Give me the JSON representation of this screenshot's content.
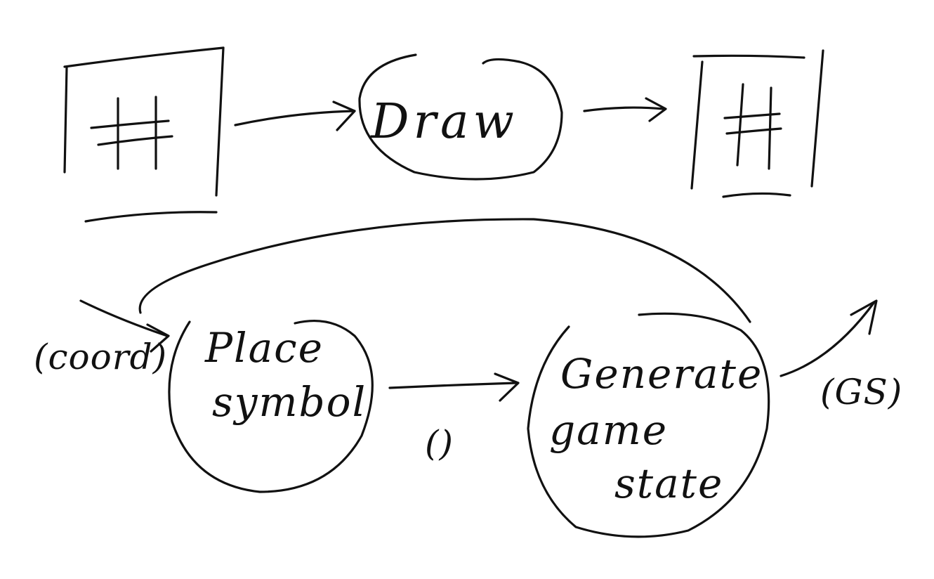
{
  "nodes": {
    "draw": {
      "label": "Draw"
    },
    "place_symbol": {
      "line1": "Place",
      "line2": "symbol"
    },
    "generate_game_state": {
      "line1": "Generate",
      "line2": "game",
      "line3": "state"
    }
  },
  "edge_labels": {
    "coord": "(coord)",
    "unit": "()",
    "gs": "(GS)"
  }
}
